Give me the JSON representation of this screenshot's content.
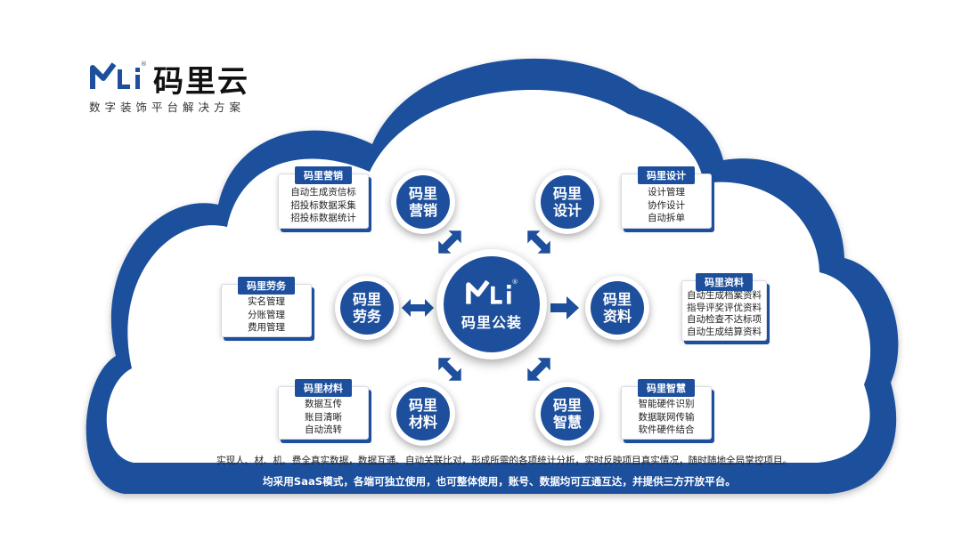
{
  "brand": {
    "name": "码里云",
    "tagline": "数字装饰平台解决方案",
    "logo_text": "MLi",
    "registered_mark": "®"
  },
  "center": {
    "logo_text": "MLi",
    "registered_mark": "®",
    "label": "码里公装"
  },
  "modules": {
    "marketing": {
      "line1": "码里",
      "line2": "营销"
    },
    "design": {
      "line1": "码里",
      "line2": "设计"
    },
    "labor": {
      "line1": "码里",
      "line2": "劳务"
    },
    "materials": {
      "line1": "码里",
      "line2": "资料"
    },
    "supplies": {
      "line1": "码里",
      "line2": "材料"
    },
    "smart": {
      "line1": "码里",
      "line2": "智慧"
    }
  },
  "boxes": {
    "marketing": {
      "title": "码里营销",
      "items": [
        "自动生成资信标",
        "招投标数据采集",
        "招投标数据统计"
      ]
    },
    "design": {
      "title": "码里设计",
      "items": [
        "设计管理",
        "协作设计",
        "自动拆单"
      ]
    },
    "labor": {
      "title": "码里劳务",
      "items": [
        "实名管理",
        "分账管理",
        "费用管理"
      ]
    },
    "materials": {
      "title": "码里资料",
      "items": [
        "自动生成档案资料",
        "指导评奖评优资料",
        "自动检查不达标项",
        "自动生成结算资料"
      ]
    },
    "supplies": {
      "title": "码里材料",
      "items": [
        "数据互传",
        "账目清晰",
        "自动流转"
      ]
    },
    "smart": {
      "title": "码里智慧",
      "items": [
        "智能硬件识别",
        "数据联网传输",
        "软件硬件结合"
      ]
    }
  },
  "description": "实现人、材、机、费全真实数据，数据互通、自动关联比对，形成所需的各项统计分析，实时反映项目真实情况，随时随地全局掌控项目。",
  "footer": "均采用SaaS模式，各端可独立使用，也可整体使用，账号、数据均可互通互达，并提供三方开放平台。",
  "colors": {
    "primary_blue": "#1d4f9c",
    "background": "#ffffff"
  }
}
